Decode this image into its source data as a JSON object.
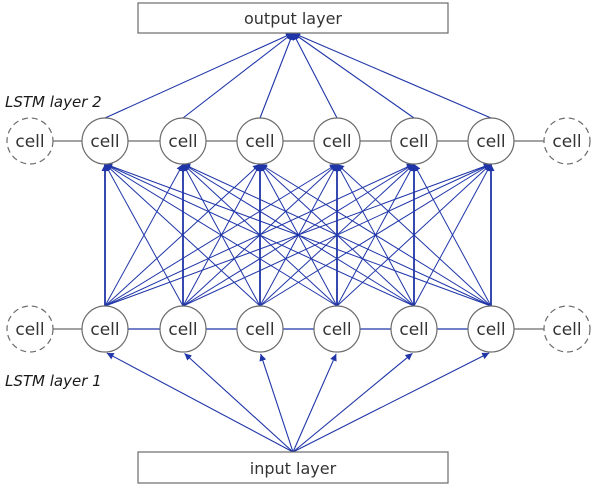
{
  "diagram": {
    "output_layer": "output layer",
    "input_layer": "input layer",
    "lstm_layer_2": "LSTM layer 2",
    "lstm_layer_1": "LSTM layer 1",
    "cell_label": "cell",
    "colors": {
      "connection": "#1f35a8",
      "node_stroke": "#6b6b6b",
      "box_stroke": "#6b6b6b",
      "chain_line": "#6b6b6b"
    }
  }
}
